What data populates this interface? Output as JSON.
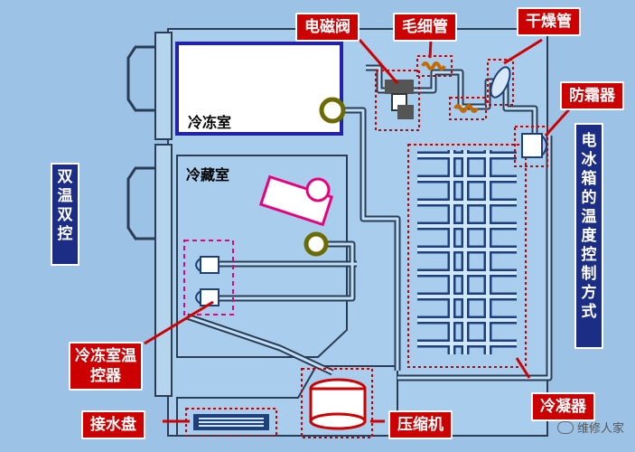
{
  "components": {
    "solenoid_valve": "电磁阀",
    "capillary_tube": "毛细管",
    "dryer": "干燥管",
    "anti_frost": "防霜器",
    "freezer_thermostat": "冷冻室温控器",
    "drain_pan": "接水盘",
    "compressor": "压缩机",
    "condenser": "冷凝器"
  },
  "compartments": {
    "freezer": "冷冻室",
    "fridge": "冷藏室"
  },
  "side_labels": {
    "left": "双温双控",
    "right": "电冰箱的温度控制方式"
  },
  "watermark": "维修人家",
  "colors": {
    "background": "#9cc3e6",
    "label_bg": "#cc0000",
    "side_label_bg": "#1b2d84",
    "highlight": "#e6007e"
  }
}
